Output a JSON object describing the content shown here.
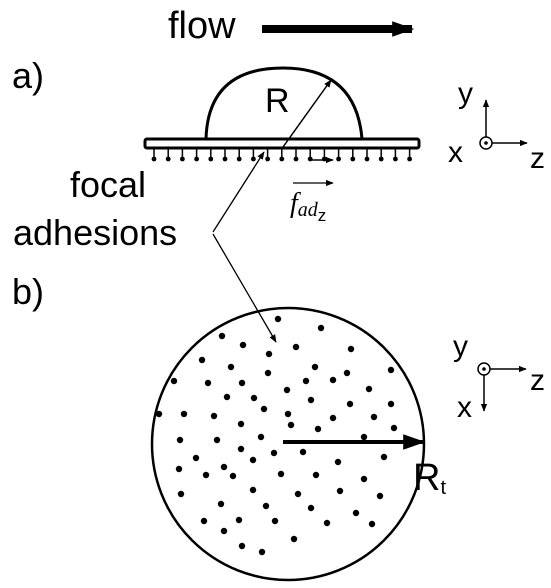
{
  "flow_label": "flow",
  "panel_a": {
    "label": "a)",
    "radius_label": "R",
    "axes": {
      "x": "x",
      "y": "y",
      "z": "z"
    },
    "force_label_main": "f",
    "force_label_sub": "ad",
    "force_label_subsub": "z"
  },
  "annotation": {
    "line1": "focal",
    "line2": "adhesions"
  },
  "panel_b": {
    "label": "b)",
    "radius_main": "R",
    "radius_sub": "t",
    "axes": {
      "x": "x",
      "y": "y",
      "z": "z"
    }
  },
  "colors": {
    "ink": "#000000",
    "background": "#ffffff"
  }
}
